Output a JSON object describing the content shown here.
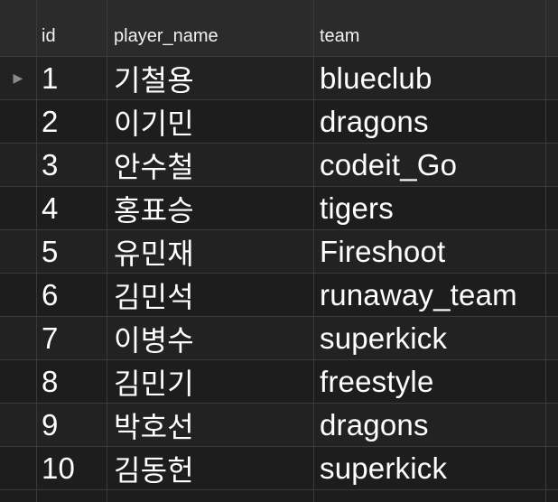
{
  "table": {
    "columns": [
      "id",
      "player_name",
      "team"
    ],
    "current_row_marker": "▶",
    "rows": [
      {
        "id": "1",
        "player_name": "기철용",
        "team": "blueclub",
        "current": true
      },
      {
        "id": "2",
        "player_name": "이기민",
        "team": "dragons"
      },
      {
        "id": "3",
        "player_name": "안수철",
        "team": "codeit_Go"
      },
      {
        "id": "4",
        "player_name": "홍표승",
        "team": "tigers"
      },
      {
        "id": "5",
        "player_name": "유민재",
        "team": "Fireshoot"
      },
      {
        "id": "6",
        "player_name": "김민석",
        "team": "runaway_team"
      },
      {
        "id": "7",
        "player_name": "이병수",
        "team": "superkick"
      },
      {
        "id": "8",
        "player_name": "김민기",
        "team": "freestyle"
      },
      {
        "id": "9",
        "player_name": "박호선",
        "team": "dragons"
      },
      {
        "id": "10",
        "player_name": "김동헌",
        "team": "superkick"
      }
    ]
  },
  "colors": {
    "background": "#1b1b1c",
    "header_background": "#2b2b2c",
    "row_alt": "#222223",
    "row_base": "#1d1d1e",
    "grid_line": "#3a3a3c",
    "text": "#ffffff"
  }
}
